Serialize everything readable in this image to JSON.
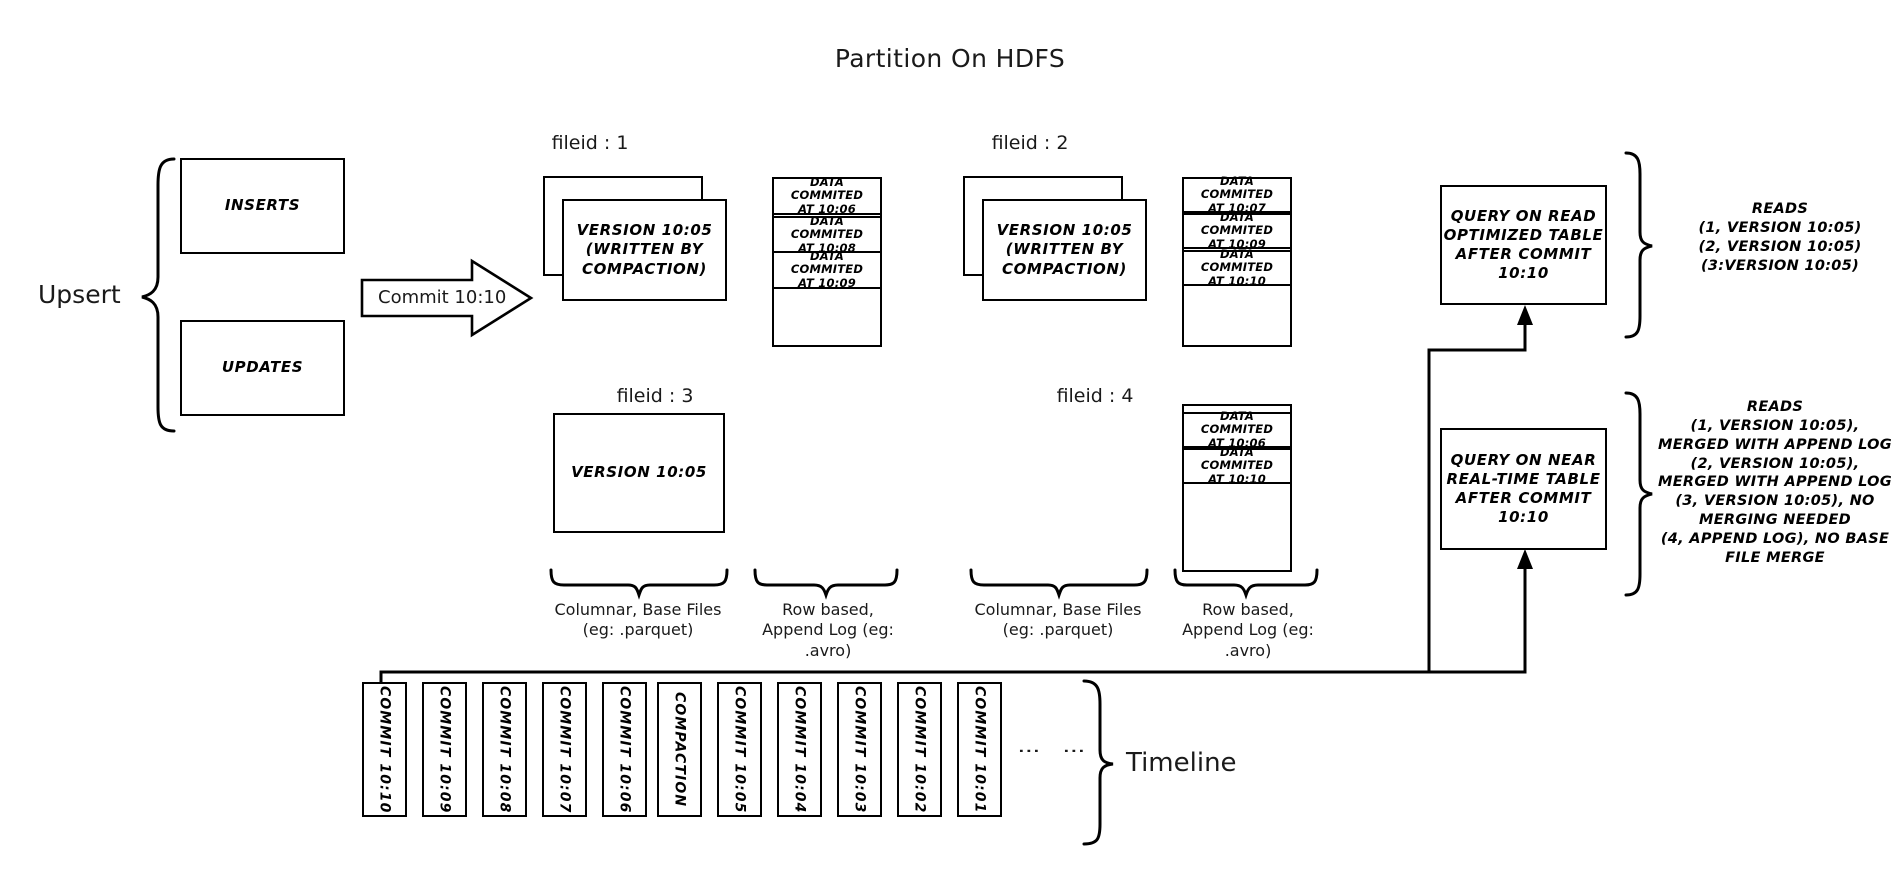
{
  "title": "Partition On HDFS",
  "left": {
    "upsert_label": "Upsert",
    "inserts_label": "INSERTS",
    "updates_label": "UPDATES",
    "commit_arrow_label": "Commit 10:10"
  },
  "filegroups": [
    {
      "id": "fileid-1",
      "header": "fileid : 1",
      "base_text": "VERSION 10:05\n(WRITTEN BY\nCOMPACTION)",
      "stacked": true,
      "log_entries": [
        "DATA COMMITED\nAT 10:06",
        "DATA COMMITED\nAT 10:08",
        "DATA COMMITED\nAT 10:09"
      ],
      "log_has_top_gap": false
    },
    {
      "id": "fileid-2",
      "header": "fileid : 2",
      "base_text": "VERSION 10:05\n(WRITTEN BY\nCOMPACTION)",
      "stacked": true,
      "log_entries": [
        "DATA COMMITED\nAT 10:07",
        "DATA COMMITED\nAT 10:09",
        "DATA COMMITED\nAT 10:10"
      ],
      "log_has_top_gap": false
    },
    {
      "id": "fileid-3",
      "header": "fileid : 3",
      "base_text": "VERSION 10:05",
      "stacked": false,
      "log_entries": [],
      "log_has_top_gap": false
    },
    {
      "id": "fileid-4",
      "header": "fileid : 4",
      "base_text": "",
      "stacked": false,
      "log_entries": [
        "DATA COMMITED\nAT 10:06",
        "DATA COMMITED\nAT 10:10"
      ],
      "log_has_top_gap": true
    }
  ],
  "captions": {
    "columnar_left": "Columnar, Base Files\n(eg: .parquet)",
    "rowlog_left": "Row based,\nAppend Log  (eg:\n.avro)",
    "columnar_right": "Columnar, Base Files\n(eg: .parquet)",
    "rowlog_right": "Row based,\nAppend Log  (eg:\n.avro)"
  },
  "queries": [
    {
      "id": "read-optimized",
      "box_text": "QUERY ON READ\nOPTIMIZED TABLE\nAFTER COMMIT\n10:10",
      "reads_text": "READS\n(1, VERSION 10:05)\n(2, VERSION 10:05)\n(3:VERSION 10:05)"
    },
    {
      "id": "near-real-time",
      "box_text": "QUERY ON NEAR\nREAL-TIME TABLE\nAFTER COMMIT\n10:10",
      "reads_text": "READS\n(1, VERSION 10:05),\nMERGED WITH APPEND LOG\n(2, VERSION 10:05),\nMERGED WITH APPEND LOG\n(3, VERSION 10:05), NO\nMERGING NEEDED\n(4, APPEND LOG), NO BASE\nFILE MERGE"
    }
  ],
  "timeline": {
    "label": "Timeline",
    "ellipsis": "⋮",
    "cells": [
      "COMMIT  10:10",
      "COMMIT  10:09",
      "COMMIT  10:08",
      "COMMIT  10:07",
      "COMMIT  10:06",
      "COMPACTION",
      "COMMIT  10:05",
      "COMMIT  10:04",
      "COMMIT  10:03",
      "COMMIT  10:02",
      "COMMIT  10:01"
    ]
  },
  "colors": {
    "stroke": "#000000",
    "background": "#ffffff",
    "text": "#1a1a1a"
  }
}
